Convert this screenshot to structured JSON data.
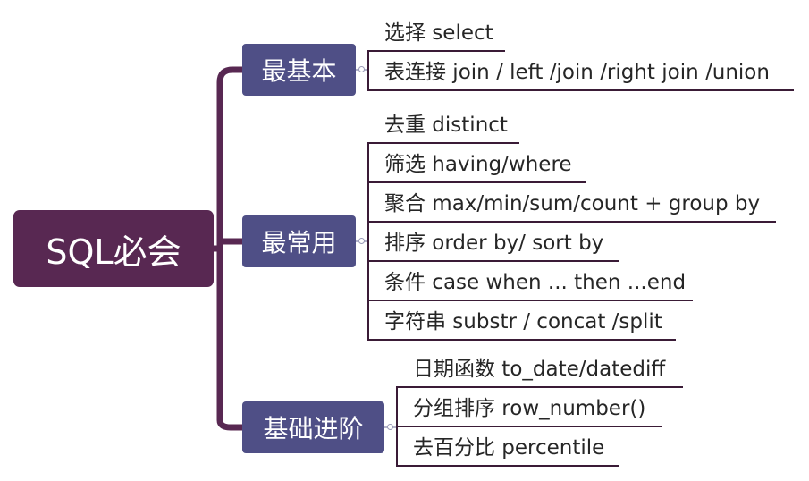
{
  "root": {
    "label": "SQL必会"
  },
  "branches": [
    {
      "label": "最基本",
      "items": [
        "选择 select",
        "表连接 join / left /join /right join /union"
      ]
    },
    {
      "label": "最常用",
      "items": [
        "去重 distinct",
        "筛选 having/where",
        "聚合 max/min/sum/count + group by",
        "排序 order by/ sort by",
        "条件 case when ... then ...end",
        "字符串 substr / concat /split"
      ]
    },
    {
      "label": "基础进阶",
      "items": [
        "日期函数 to_date/datediff",
        "分组排序 row_number()",
        "去百分比 percentile"
      ]
    }
  ],
  "colors": {
    "root_bg": "#582852",
    "branch_bg": "#4f4f86",
    "line": "#3a1b36",
    "trunk": "#582852"
  }
}
